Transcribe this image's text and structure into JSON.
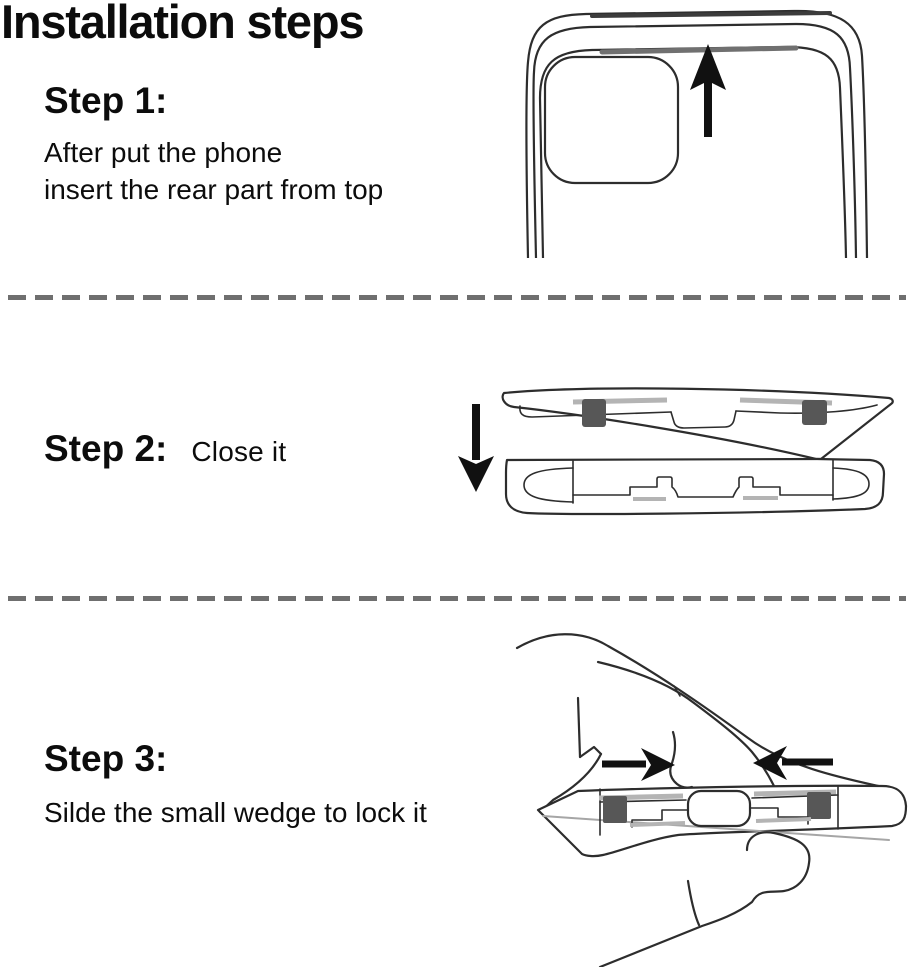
{
  "title": "Installation steps",
  "steps": [
    {
      "heading": "Step 1:",
      "line1": "After put the phone",
      "line2": "insert the rear part from top"
    },
    {
      "heading": "Step 2:",
      "note": "Close it"
    },
    {
      "heading": "Step 3:",
      "line1": "Silde the small wedge to lock it"
    }
  ],
  "figures": {
    "step1": "phone-case-insert-from-top",
    "step2": "case-lid-close",
    "step3": "hand-slide-wedge-lock"
  },
  "colors": {
    "text": "#0c0c0c",
    "line": "#2d2d2d",
    "clip": "#575757",
    "stripe": "#b4b4b4",
    "faint": "#a6a6a6",
    "dash": "#6f6f6f",
    "arrow": "#111111",
    "background": "#ffffff"
  }
}
